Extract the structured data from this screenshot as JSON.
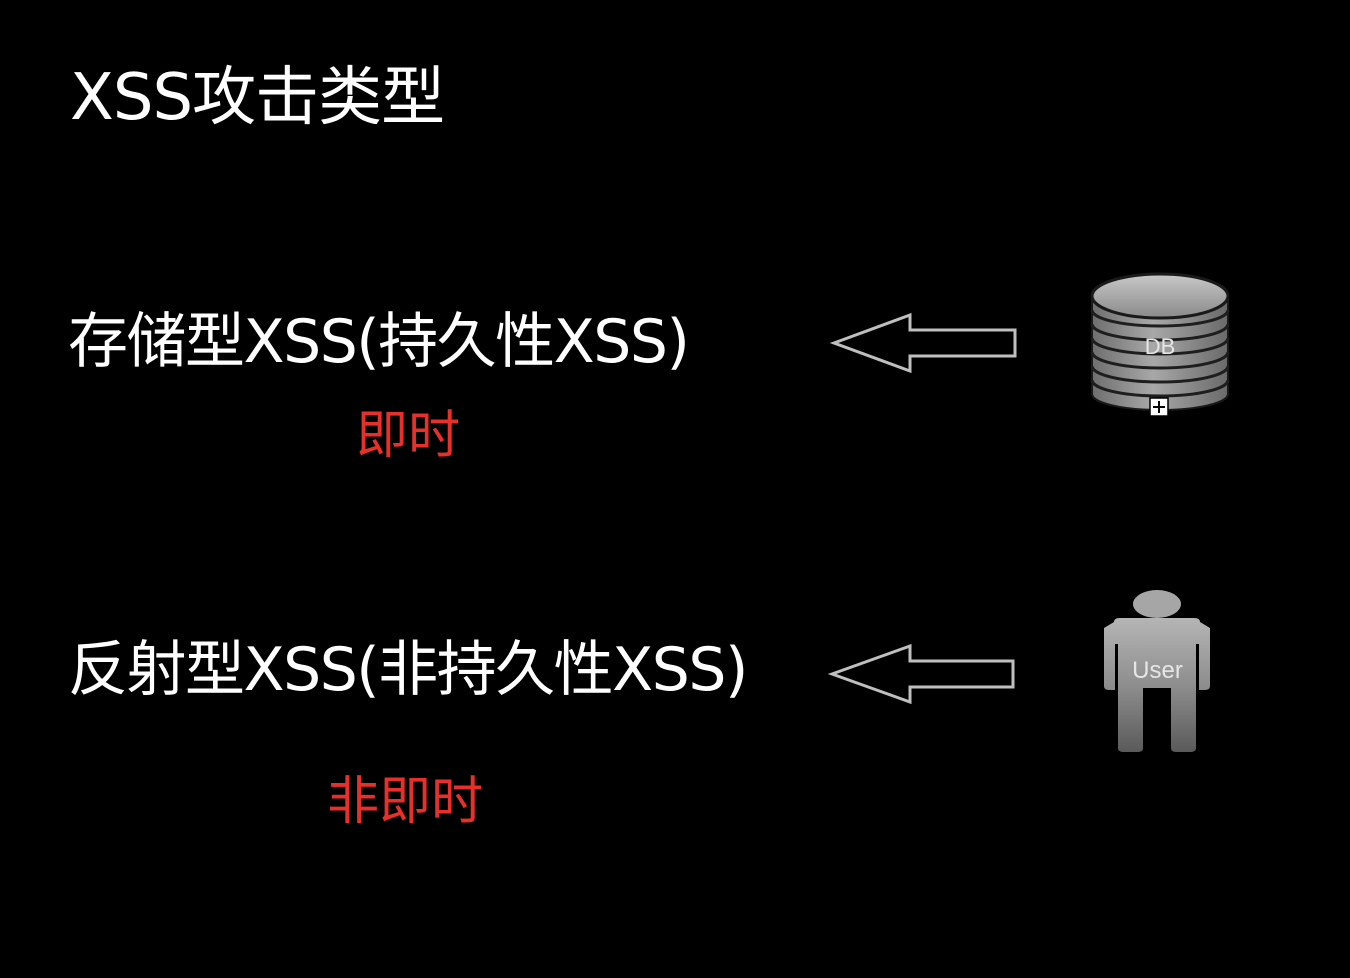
{
  "slide": {
    "title": "XSS攻击类型",
    "rows": [
      {
        "label": "存储型XSS(持久性XSS)",
        "note": "即时",
        "source_icon": "database-icon",
        "source_label": "DB"
      },
      {
        "label": "反射型XSS(非持久性XSS)",
        "note": "非即时",
        "source_icon": "user-icon",
        "source_label": "User"
      }
    ]
  },
  "colors": {
    "background": "#000000",
    "text": "#ffffff",
    "note": "#e8302b",
    "arrow_outline": "#bfbfbf",
    "icon_gray": "#8c8c8c"
  }
}
